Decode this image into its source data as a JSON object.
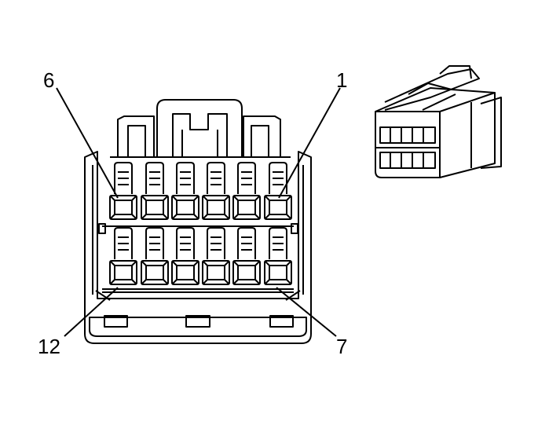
{
  "pin_labels": {
    "top_left": "6",
    "top_right": "1",
    "bottom_left": "12",
    "bottom_right": "7"
  },
  "connector": {
    "rows": 2,
    "columns": 6
  },
  "colors": {
    "line": "#000000",
    "background": "#ffffff"
  }
}
